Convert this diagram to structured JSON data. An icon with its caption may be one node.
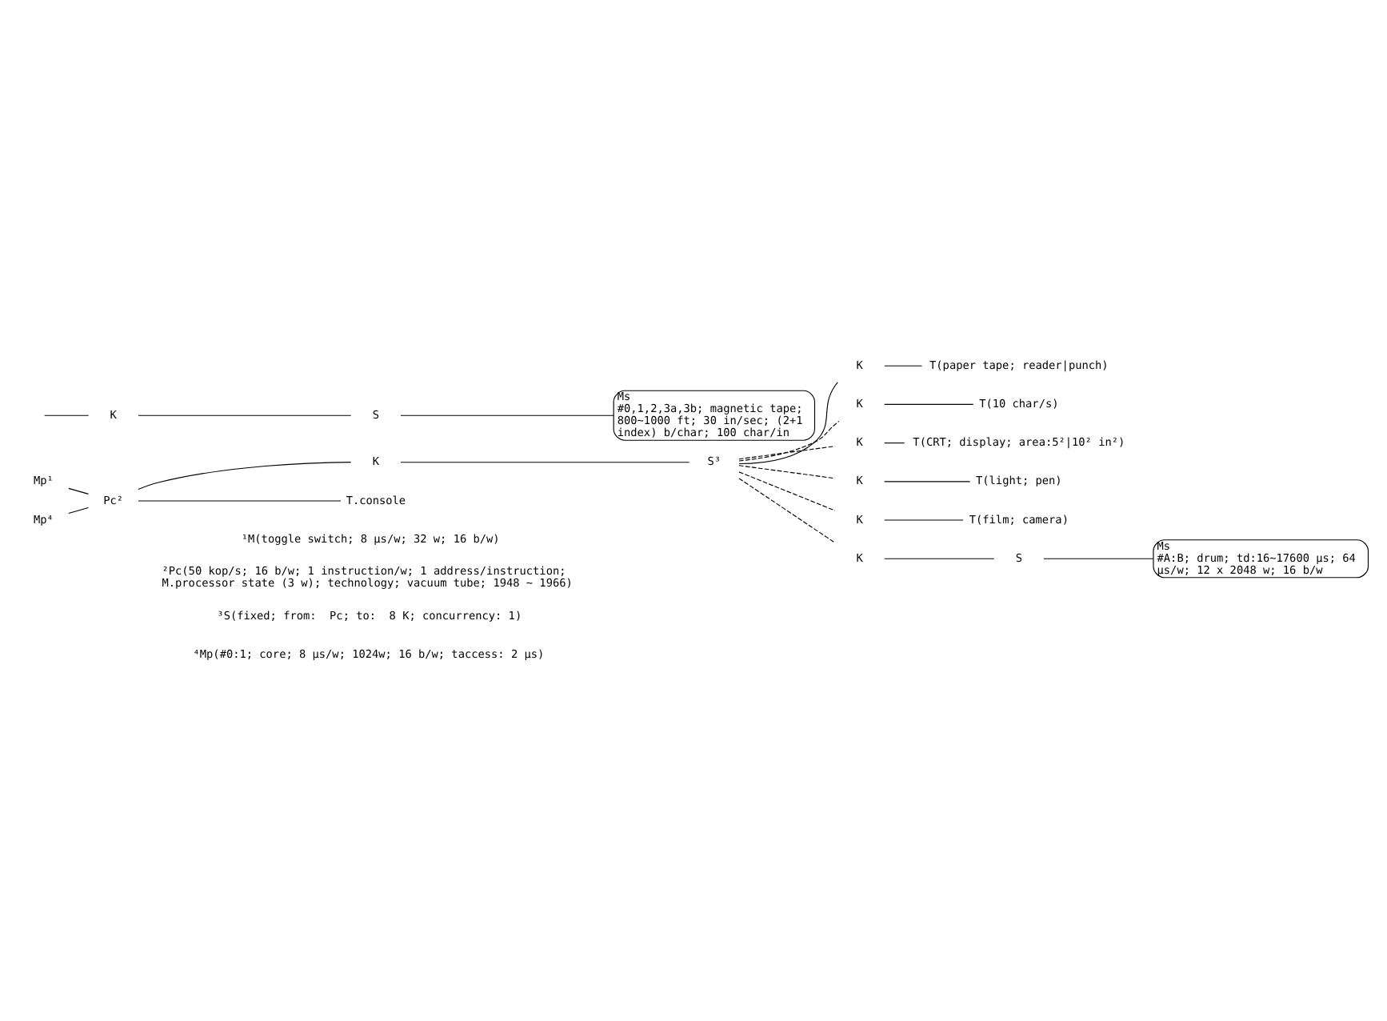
{
  "diagram": {
    "nodes": [
      {
        "text": [
          "Mp¹"
        ]
      },
      {
        "text": [
          "Pc²"
        ]
      },
      {
        "text": [
          "K"
        ]
      },
      {
        "text": [
          "S³"
        ]
      },
      {
        "text": [
          "T.console"
        ]
      },
      {
        "text": [
          "K"
        ]
      },
      {
        "text": [
          "T(paper tape; reader|punch)"
        ]
      },
      {
        "text": [
          "K"
        ]
      },
      {
        "text": [
          "T(10 char/s)"
        ]
      },
      {
        "text": [
          "K"
        ]
      },
      {
        "text": [
          "T(CRT; display; area:5²|10² in²)"
        ]
      },
      {
        "text": [
          "K"
        ]
      },
      {
        "text": [
          "T(light; pen)"
        ]
      },
      {
        "text": [
          "K"
        ]
      },
      {
        "text": [
          "T(film; camera)"
        ]
      },
      {
        "text": [
          "K"
        ]
      },
      {
        "text": [
          "S"
        ]
      },
      {
        "text": [
          "Ms",
          "#A:B; drum; td:16~17600 µs; 64 µs/w; 12 x 2048 w; 16 b/w"
        ]
      },
      {
        "text": [
          "K"
        ]
      },
      {
        "text": [
          "S"
        ]
      },
      {
        "text": [
          "Ms",
          "#0,1,2,3a,3b; magnetic tape; 800~1000 ft; 30 in/sec; (2+1 index) b/char; 100 char/in"
        ]
      },
      {
        "text": [
          "Mp⁴"
        ]
      }
    ],
    "edges": [
      {
        "from": 0,
        "to": 1,
        "arrow": "none"
      },
      {
        "from": 21,
        "to": 1,
        "arrow": "none"
      },
      {
        "from": 1,
        "to": 4,
        "arrow": "none"
      },
      {
        "from": 1,
        "to": 2,
        "arrow": "none"
      },
      {
        "from": 2,
        "to": 3,
        "arrow": "none"
      },
      {
        "from": 3,
        "to": 5,
        "arrow": "none"
      },
      {
        "from": 5,
        "to": 6,
        "arrow": "none"
      },
      {
        "from": 3,
        "to": 7,
        "arrow": "none",
        "style": "dashed"
      },
      {
        "from": 7,
        "to": 8,
        "arrow": "none"
      },
      {
        "from": 3,
        "to": 9,
        "arrow": "none",
        "style": "dashed"
      },
      {
        "from": 9,
        "to": 10,
        "arrow": "none"
      },
      {
        "from": 3,
        "to": 11,
        "arrow": "none",
        "style": "dashed"
      },
      {
        "from": 11,
        "to": 12,
        "arrow": "none"
      },
      {
        "from": 3,
        "to": 13,
        "arrow": "none",
        "style": "dashed"
      },
      {
        "from": 13,
        "to": 14,
        "arrow": "none"
      },
      {
        "from": 3,
        "to": 15,
        "arrow": "none",
        "style": "dashed"
      },
      {
        "from": 15,
        "to": 16,
        "arrow": "none"
      },
      {
        "from": 16,
        "to": 17,
        "arrow": "none"
      },
      {
        "from": null,
        "to": 18,
        "arrow": "none"
      },
      {
        "from": 18,
        "to": 19,
        "arrow": "none"
      },
      {
        "from": 19,
        "to": 20,
        "arrow": "none"
      }
    ],
    "labels": [
      "¹M(toggle switch; 8 µs/w; 32 w; 16 b/w)",
      "²Pc(50 kop/s; 16 b/w; 1 instruction/w; 1 address/instruction; M.processor state (3 w); technology; vacuum tube; 1948 ~ 1966)",
      "³S(fixed; from:  Pc; to:  8 K; concurrency: 1)",
      "⁴Mp(#0:1; core; 8 µs/w; 1024w; 16 b/w; taccess: 2 µs)"
    ]
  }
}
